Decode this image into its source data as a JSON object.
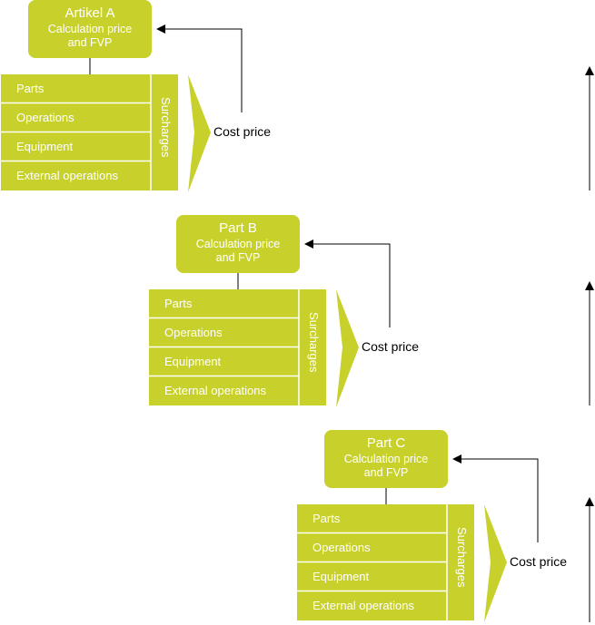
{
  "colors": {
    "green": "#c8d12b",
    "line": "#000000",
    "text_on_green": "#ffffff"
  },
  "groups": [
    {
      "name": "Artikel A",
      "box_text": "Calculation price and FVP",
      "box_lines": [
        "Calculation price",
        "and FVP"
      ],
      "rows": [
        "Parts",
        "Operations",
        "Equipment",
        "External operations"
      ],
      "surcharges": "Surcharges",
      "cost_price": "Cost price"
    },
    {
      "name": "Part B",
      "box_text": "Calculation price and FVP",
      "box_lines": [
        "Calculation price",
        "and FVP"
      ],
      "rows": [
        "Parts",
        "Operations",
        "Equipment",
        "External operations"
      ],
      "surcharges": "Surcharges",
      "cost_price": "Cost price"
    },
    {
      "name": "Part C",
      "box_text": "Calculation price and FVP",
      "box_lines": [
        "Calculation price",
        "and FVP"
      ],
      "rows": [
        "Parts",
        "Operations",
        "Equipment",
        "External operations"
      ],
      "surcharges": "Surcharges",
      "cost_price": "Cost price"
    }
  ]
}
